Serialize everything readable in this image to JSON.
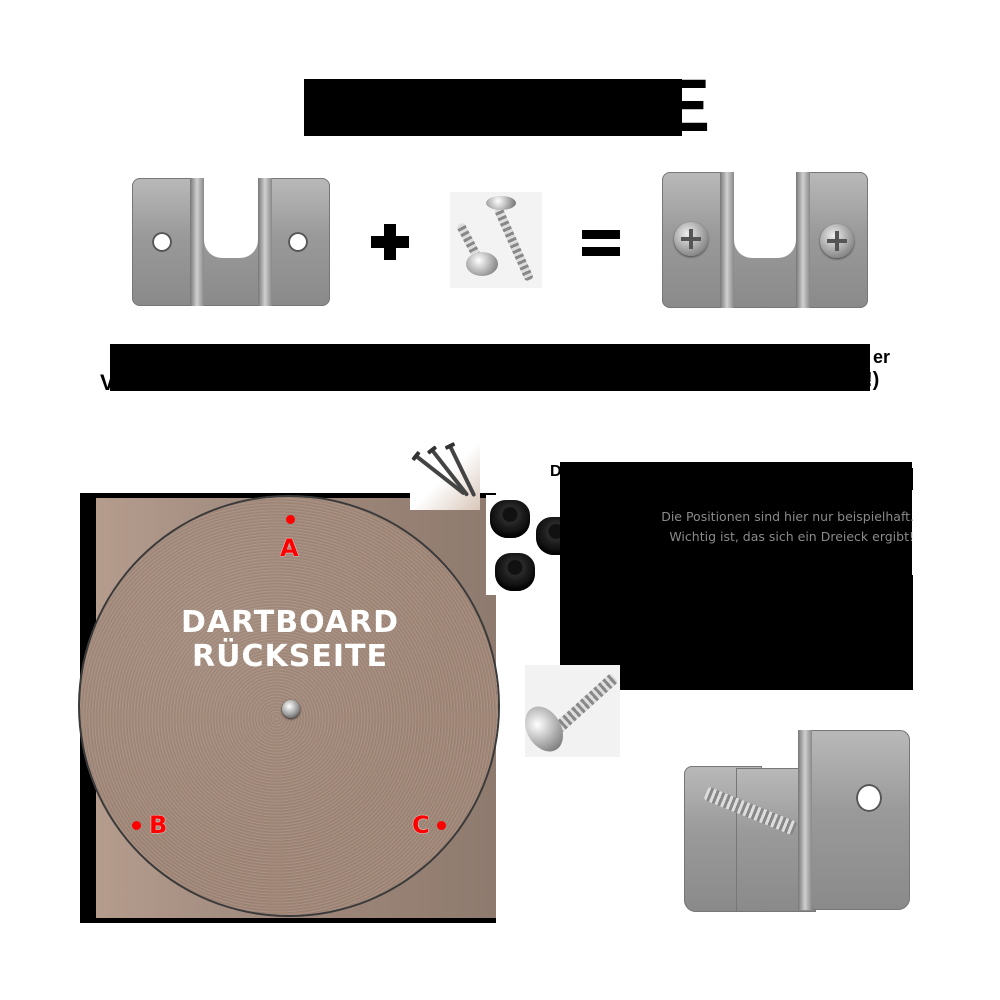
{
  "header": {
    "title_visible_fragment": "E",
    "title_redacted": true
  },
  "equation": {
    "items": [
      {
        "type": "image",
        "name": "bracket-plain",
        "description": "Wandhalterung ohne Schrauben"
      },
      {
        "type": "operator",
        "symbol": "+"
      },
      {
        "type": "image",
        "name": "screws-pair",
        "description": "Zwei Schrauben"
      },
      {
        "type": "operator",
        "symbol": "="
      },
      {
        "type": "image",
        "name": "bracket-with-screws",
        "description": "Wandhalterung mit Schrauben"
      }
    ]
  },
  "subtitle": {
    "redacted": true,
    "line1_visible_end": "er",
    "line2_visible_start": "V",
    "line2_visible_end": "!)"
  },
  "board": {
    "title_line1": "DARTBOARD",
    "title_line2": "RÜCKSEITE",
    "markers": [
      {
        "label": "A",
        "position": "top"
      },
      {
        "label": "B",
        "position": "bottom-left"
      },
      {
        "label": "C",
        "position": "bottom-right"
      }
    ],
    "marker_color": "#ff0000",
    "surface_color": "#a08678"
  },
  "accessories": {
    "nails_count": 3,
    "bumpers_count": 3,
    "screw_count": 1
  },
  "info": {
    "heading_visible_start": "D",
    "heading_redacted": true,
    "note_line1": "Die Positionen sind hier nur beispielhaft.",
    "note_line2": "Wichtig ist, das sich ein Dreieck ergibt!",
    "note_color": "#8a8a8a"
  }
}
